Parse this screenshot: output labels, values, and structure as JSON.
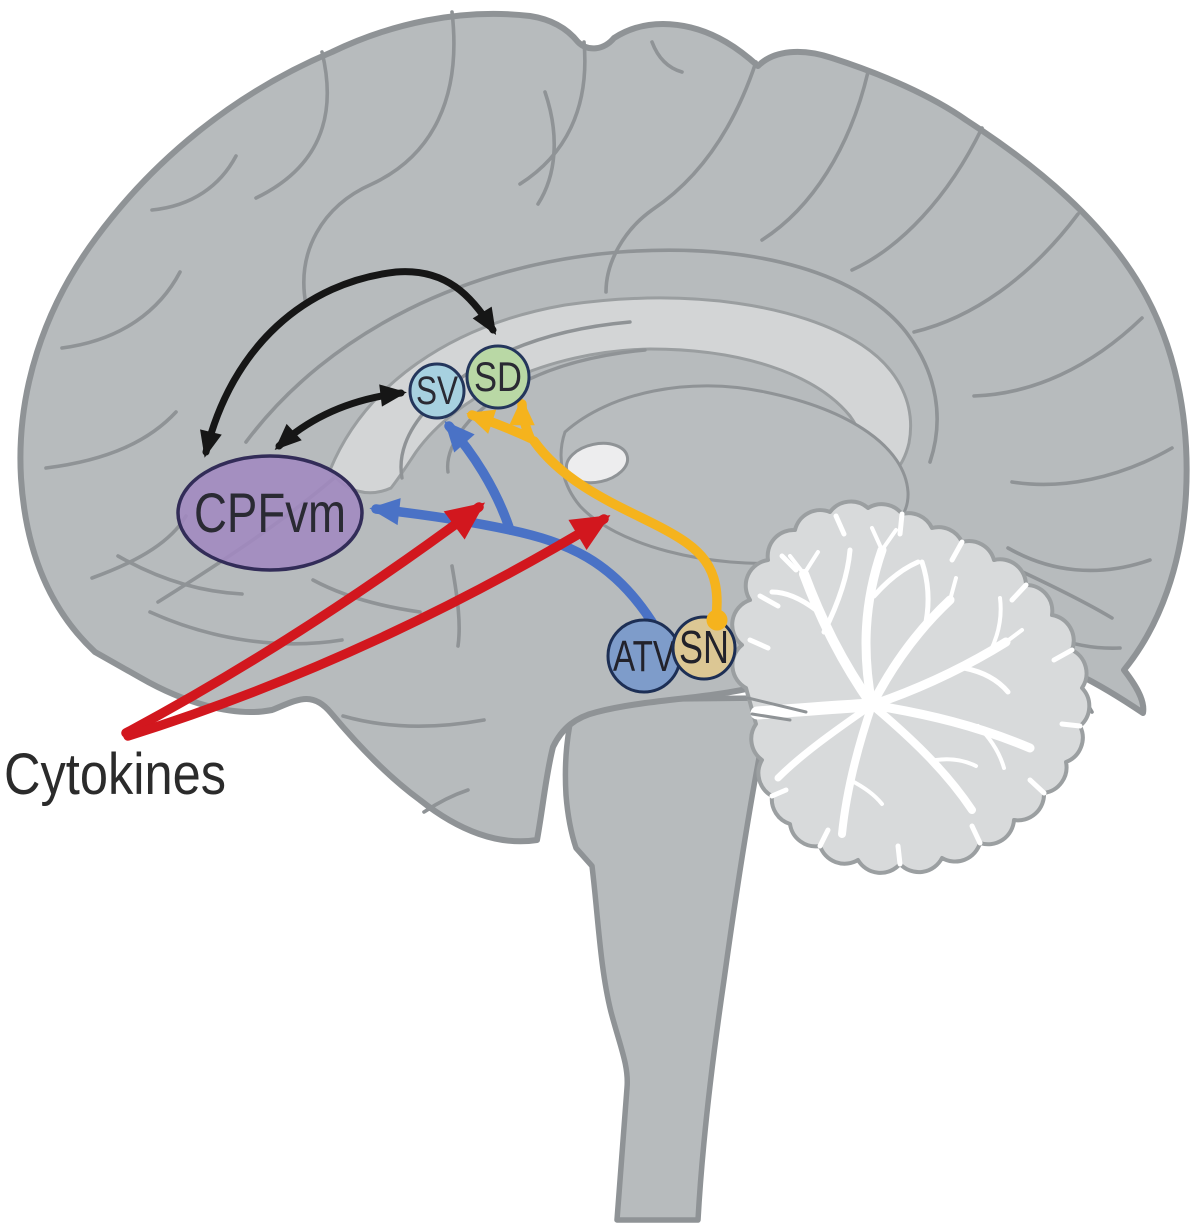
{
  "figure": {
    "nodes": {
      "cpfvm": {
        "label": "CPFvm",
        "fill": "#a289c0",
        "stroke": "#322c58",
        "text_color": "#2a2a33"
      },
      "sv": {
        "label": "SV",
        "fill": "#a7d1e0",
        "stroke": "#24365c",
        "text_color": "#2a2a33"
      },
      "sd": {
        "label": "SD",
        "fill": "#b9d8a5",
        "stroke": "#24365c",
        "text_color": "#2a2a33"
      },
      "atv": {
        "label": "ATV",
        "fill": "#7e9cca",
        "stroke": "#1d2f55",
        "text_color": "#22222b"
      },
      "sn": {
        "label": "SN",
        "fill": "#dcc794",
        "stroke": "#1d2f55",
        "text_color": "#22222b"
      }
    },
    "annotations": {
      "cytokines_label": "Cytokines",
      "cytokines_text_color": "#2b2b2b"
    }
  },
  "colors": {
    "background": "#ffffff",
    "brain_fill": "#b7bbbd",
    "brain_outline": "#8f9396",
    "corpus_callosum_fill": "#d3d5d6",
    "corpus_callosum_outline": "#9a9ea0",
    "thalamus_fill": "#b9bdbf",
    "ventricle_fill": "#ededee",
    "cerebellum_fill": "#d8dadb",
    "cerebellum_outline": "#9b9fa1",
    "arbor_vitae": "#ffffff",
    "arrow_black": "#161616",
    "arrow_blue": "#4a72c6",
    "arrow_yellow": "#f5b31d",
    "arrow_red": "#d2171e"
  }
}
